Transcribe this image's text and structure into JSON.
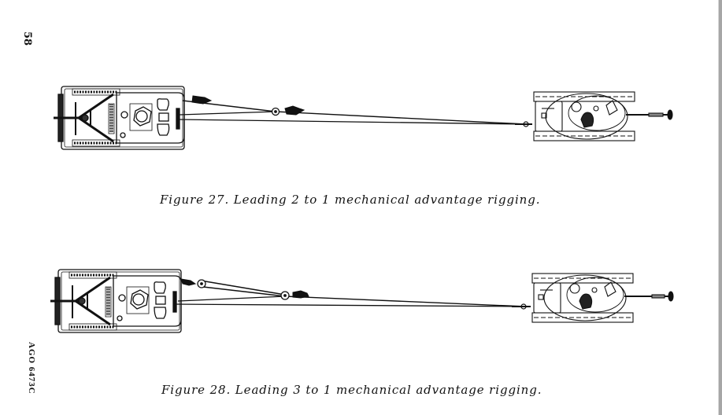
{
  "page": {
    "page_number": "58",
    "doc_code": "AGO 6473C"
  },
  "figures": [
    {
      "id": "figure-27",
      "caption": "Figure 27.  Leading 2 to 1 mechanical advantage rigging.",
      "illustration": "recovery-vehicle-towing-tank-with-2-to-1-rigging"
    },
    {
      "id": "figure-28",
      "caption": "Figure 28.  Leading 3 to 1 mechanical advantage rigging.",
      "illustration": "recovery-vehicle-towing-tank-with-3-to-1-rigging"
    }
  ]
}
